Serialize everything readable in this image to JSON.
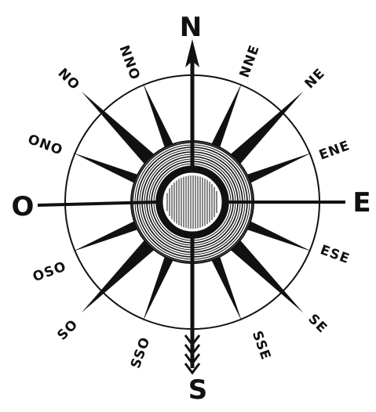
{
  "compass": {
    "cardinal": {
      "north": "N",
      "east": "E",
      "south": "S",
      "west": "O"
    },
    "intercardinal": {
      "nne": "NNE",
      "ne": "NE",
      "ene": "ENE",
      "ese": "ESE",
      "se": "SE",
      "sse": "SSE",
      "sso": "SSO",
      "so": "SO",
      "oso": "OSO",
      "ono": "ONO",
      "no": "NO",
      "nno": "NNO"
    },
    "colors": {
      "ink": "#111111",
      "paper": "#ffffff"
    }
  }
}
